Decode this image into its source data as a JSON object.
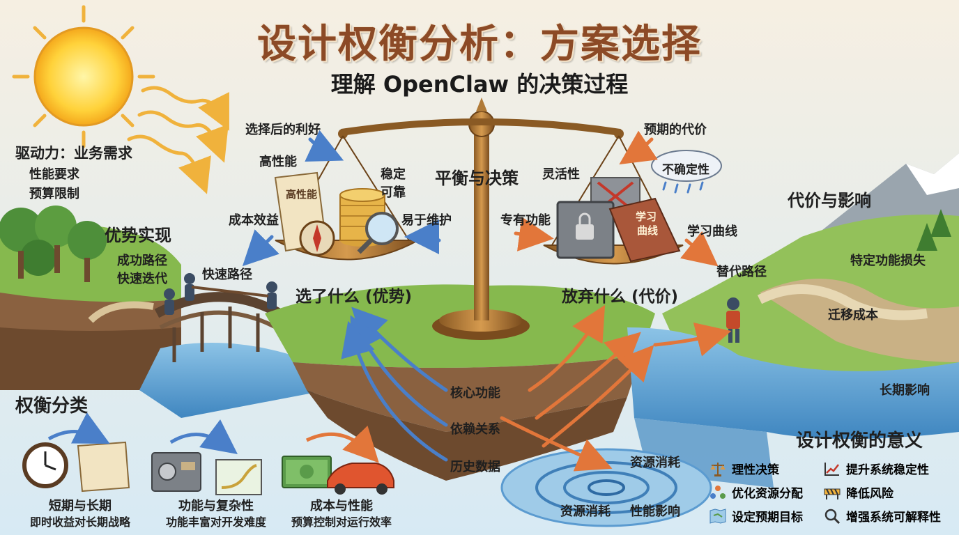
{
  "title": "设计权衡分析：方案选择",
  "subtitle": "理解 OpenClaw 的决策过程",
  "drivers": {
    "heading": "驱动力：业务需求",
    "items": [
      "性能要求",
      "预算限制"
    ]
  },
  "center": {
    "label": "平衡与决策",
    "left_pan": "选了什么 (优势)",
    "right_pan": "放弃什么 (代价)"
  },
  "benefits": {
    "header": "选择后的利好",
    "items": [
      "高性能",
      "稳定",
      "可靠",
      "成本效益",
      "易于维护",
      "快速路径"
    ],
    "scroll_text": "高性能"
  },
  "costs": {
    "header": "预期的代价",
    "items": [
      "灵活性",
      "专有功能",
      "学习曲线",
      "替代路径"
    ],
    "cloud_text": "不确定性",
    "book_line1": "学习",
    "book_line2": "曲线"
  },
  "advantages": {
    "heading": "优势实现",
    "items": [
      "成功路径",
      "快速迭代"
    ]
  },
  "impact": {
    "heading": "代价与影响",
    "items": [
      "特定功能损失",
      "迁移成本",
      "长期影响"
    ]
  },
  "roots": [
    "核心功能",
    "依赖关系",
    "历史数据"
  ],
  "whirlpool": [
    "资源消耗",
    "资源消耗",
    "性能影响"
  ],
  "categories": {
    "heading": "权衡分类",
    "items": [
      {
        "title": "短期与长期",
        "desc": "即时收益对长期战略"
      },
      {
        "title": "功能与复杂性",
        "desc": "功能丰富对开发难度"
      },
      {
        "title": "成本与性能",
        "desc": "预算控制对运行效率"
      }
    ]
  },
  "meaning": {
    "heading": "设计权衡的意义",
    "items": [
      {
        "icon": "scale-icon",
        "label": "理性决策"
      },
      {
        "icon": "chart-icon",
        "label": "提升系统稳定性"
      },
      {
        "icon": "network-icon",
        "label": "优化资源分配"
      },
      {
        "icon": "barrier-icon",
        "label": "降低风险"
      },
      {
        "icon": "map-icon",
        "label": "设定预期目标"
      },
      {
        "icon": "magnifier-icon",
        "label": "增强系统可解释性"
      }
    ]
  },
  "colors": {
    "title": "#8c4a26",
    "blue_arrow": "#4a7fc9",
    "orange_arrow": "#e2763a",
    "water": "#6aa7d4",
    "grass": "#86b94e"
  }
}
